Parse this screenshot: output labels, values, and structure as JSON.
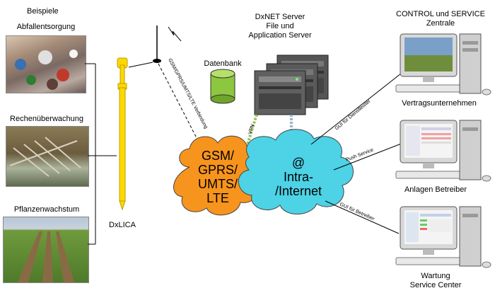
{
  "examples": {
    "heading": "Beispiele",
    "items": [
      {
        "label": "Abfallentsorgung"
      },
      {
        "label": "Rechenüberwachung"
      },
      {
        "label": "Pflanzenwachstum"
      }
    ]
  },
  "device": {
    "label": "DxLICA"
  },
  "link_gsm": {
    "label": "GSM/GPRS/UMTS/LTE Verbindung"
  },
  "server": {
    "title_line1": "DxNET Server",
    "title_line2": "File und",
    "title_line3": "Application Server"
  },
  "database": {
    "label": "Datenbank"
  },
  "vpn": {
    "label": "VPN"
  },
  "cloud_gsm": {
    "line1": "GSM/",
    "line2": "GPRS/",
    "line3": "UMTS/",
    "line4": "LTE"
  },
  "cloud_internet": {
    "symbol": "@",
    "line1": "Intra-",
    "line2": "/Internet"
  },
  "clients": [
    {
      "top_line1": "CONTROL und SERVICE",
      "top_line2": "Zentrale",
      "label": "Vertragsunternehmen",
      "link": "GUI für Dienstleister"
    },
    {
      "label": "Anlagen Betreiber",
      "link": "Push Service"
    },
    {
      "label_line1": "Wartung",
      "label_line2": "Service Center",
      "link": "GUI für Betreiber"
    }
  ],
  "colors": {
    "cloud_gsm": "#f7941d",
    "cloud_internet": "#4dd2e6",
    "device": "#ffd700",
    "database": "#8dc63f"
  }
}
